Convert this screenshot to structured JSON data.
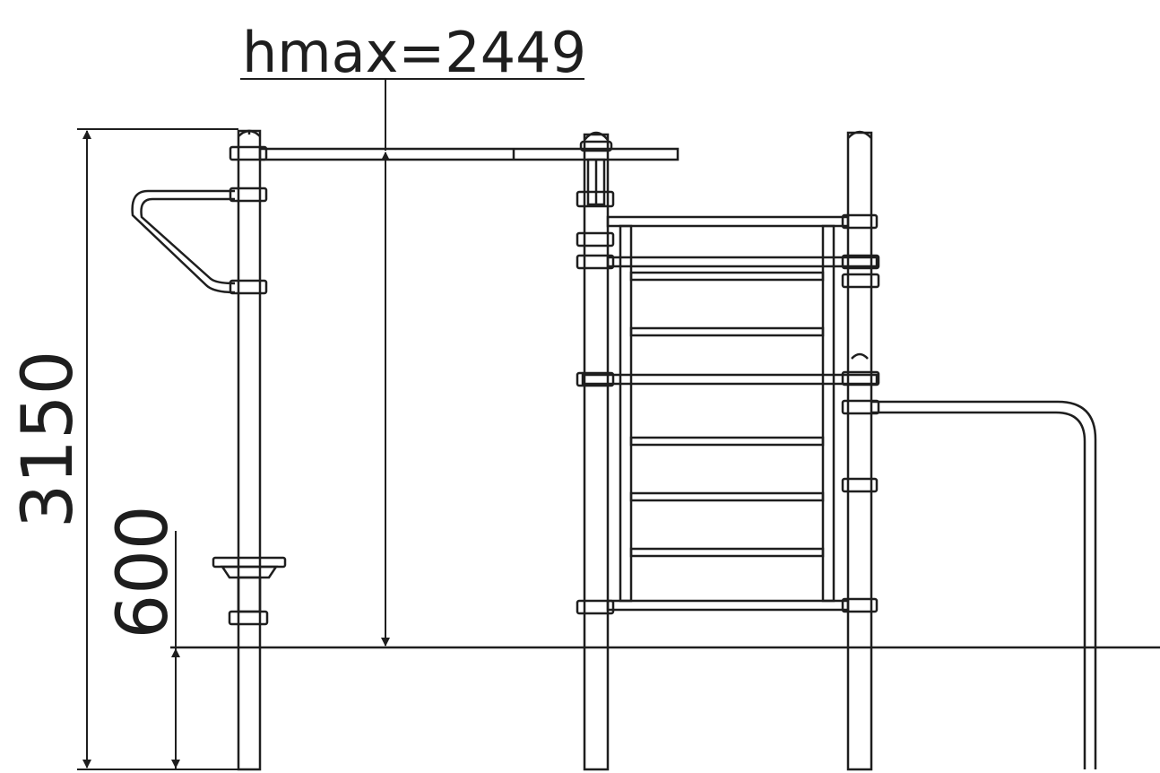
{
  "drawing": {
    "hmax_label": "hmax=2449",
    "total_height_label": "3150",
    "base_height_label": "600"
  },
  "colors": {
    "ink": "#1e1e1e",
    "background": "#ffffff"
  }
}
